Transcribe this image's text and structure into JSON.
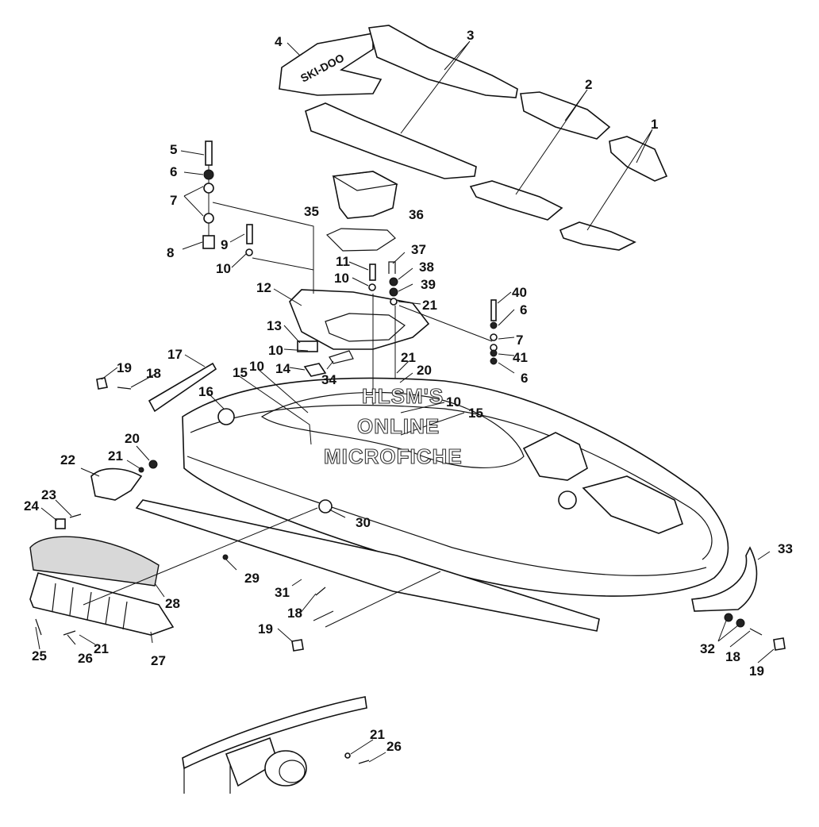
{
  "diagram": {
    "watermark_lines": [
      "HLSM'S",
      "ONLINE",
      "MICROFICHE"
    ],
    "logo_text": "SKI-DOO",
    "callouts": {
      "c1": "1",
      "c2": "2",
      "c3": "3",
      "c4": "4",
      "c5": "5",
      "c6a": "6",
      "c6b": "6",
      "c6c": "6",
      "c7a": "7",
      "c7b": "7",
      "c8": "8",
      "c9": "9",
      "c10a": "10",
      "c10b": "10",
      "c10c": "10",
      "c10d": "10",
      "c10e": "10",
      "c11": "11",
      "c12": "12",
      "c13": "13",
      "c14": "14",
      "c15a": "15",
      "c15b": "15",
      "c16": "16",
      "c17": "17",
      "c18a": "18",
      "c18b": "18",
      "c18c": "18",
      "c19a": "19",
      "c19b": "19",
      "c19c": "19",
      "c20a": "20",
      "c20b": "20",
      "c21a": "21",
      "c21b": "21",
      "c21c": "21",
      "c21d": "21",
      "c21e": "21",
      "c22": "22",
      "c23": "23",
      "c24": "24",
      "c25": "25",
      "c26a": "26",
      "c26b": "26",
      "c27": "27",
      "c28": "28",
      "c29": "29",
      "c30": "30",
      "c31": "31",
      "c32": "32",
      "c33": "33",
      "c34": "34",
      "c35": "35",
      "c36": "36",
      "c37": "37",
      "c38": "38",
      "c39": "39",
      "c40": "40",
      "c41": "41"
    }
  }
}
